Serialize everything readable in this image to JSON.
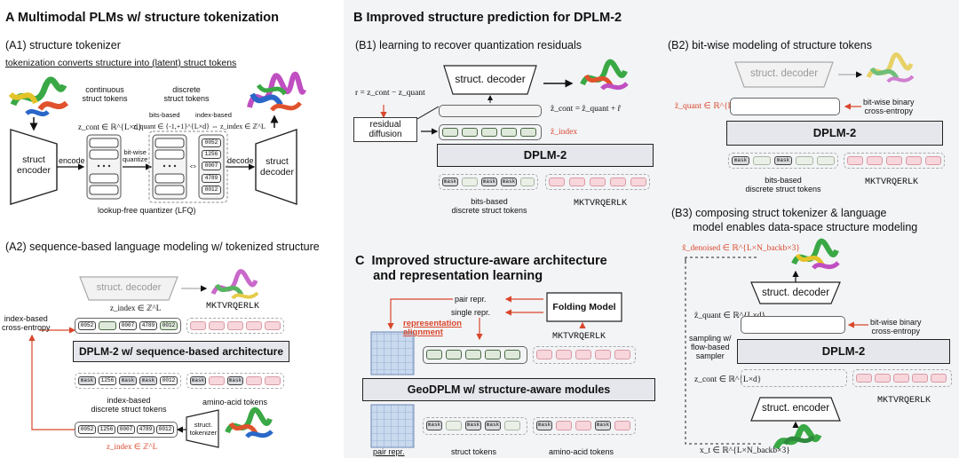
{
  "panel_a": {
    "title": "A  Multimodal PLMs w/ structure tokenization",
    "a1": {
      "title": "(A1) structure tokenizer",
      "subtitle": "tokenization converts structure into (latent) struct tokens",
      "struct_encoder": "struct\nencoder",
      "encode": "encode",
      "continuous": "continuous\nstruct tokens",
      "z_cont": "z_cont ∈ ℝ^{L×d}",
      "bitwise": "bit-wise\nquantize",
      "discrete": "discrete\nstruct tokens",
      "bits_based": "bits-based",
      "index_based": "index-based",
      "z_quant": "z_quant ∈ {-1,+1}^{L×d} ⇔ z_index ∈ ℤ^L",
      "indices": [
        "0052",
        "1256",
        "0007",
        "4789",
        "0012"
      ],
      "decode": "decode",
      "struct_decoder": "struct\ndecoder",
      "lfq": "lookup-free quantizer (LFQ)"
    },
    "a2": {
      "title": "(A2) sequence-based language modeling w/ tokenized structure",
      "struct_decoder": "struct. decoder",
      "z_index": "z_index ∈ ℤ^L",
      "sequence": "MKTVRQERLK",
      "index_ce": "index-based\ncross-entropy",
      "top_tokens": [
        "0052",
        "",
        "0007",
        "4789",
        "0012"
      ],
      "bar": "DPLM-2 w/ sequence-based architecture",
      "in_tokens": [
        "mask",
        "1256",
        "mask",
        "mask",
        "0012"
      ],
      "index_tokens_label": "index-based\ndiscrete struct tokens",
      "aa_tokens_label": "amino-acid tokens",
      "bottom_tokens": [
        "0052",
        "1256",
        "0007",
        "4789",
        "0012"
      ],
      "z_index2": "z_index ∈ ℤ^L",
      "struct_tokenizer": "struct.\ntokenizer"
    }
  },
  "panel_b": {
    "title": "B  Improved structure prediction for DPLM-2",
    "b1": {
      "title": "(B1) learning to recover quantization residuals",
      "struct_decoder": "struct. decoder",
      "r_eq": "r = z_cont − z_quant",
      "residual": "residual\ndiffusion",
      "z_eq": "ẑ_cont = ẑ_quant + r̂",
      "z_index": "ẑ_index",
      "bar": "DPLM-2",
      "bits_label": "bits-based\ndiscrete struct tokens",
      "sequence": "MKTVRQERLK",
      "mask": "mask"
    },
    "b2": {
      "title": "(B2) bit-wise modeling of structure tokens",
      "struct_decoder": "struct. decoder",
      "z_quant": "ẑ_quant ∈ ℝ^{L×d}",
      "bitwise_ce": "bit-wise binary\ncross-entropy",
      "bar": "DPLM-2",
      "bits_label": "bits-based\ndiscrete struct tokens",
      "sequence": "MKTVRQERLK",
      "mask": "mask"
    },
    "b3": {
      "title": "(B3) composing struct tokenizer & language\n       model enables data-space structure modeling",
      "x_denoised": "x̂_denoised ∈ ℝ^{L×N_backb×3}",
      "struct_decoder": "struct. decoder",
      "z_quant": "ẑ_quant ∈ ℝ^{L×d}",
      "bitwise_ce": "bit-wise binary\ncross-entropy",
      "sampling": "sampling w/\nflow-based\nsampler",
      "bar": "DPLM-2",
      "z_cont": "z_cont ∈ ℝ^{L×d}",
      "sequence": "MKTVRQERLK",
      "struct_encoder": "struct. encoder",
      "x_t": "x_t ∈ ℝ^{L×N_backb×3}"
    }
  },
  "panel_c": {
    "title": "C  Improved structure-aware architecture\n     and representation learning",
    "pair_repr": "pair repr.",
    "single_repr": "single repr.",
    "folding_model": "Folding Model",
    "rep_align": "representation\nalignment",
    "sequence": "MKTVRQERLK",
    "bar": "GeoDPLM w/ structure-aware modules",
    "pair_repr_label": "pair repr.",
    "struct_tokens": "struct tokens",
    "aa_tokens": "amino-acid tokens",
    "mask": "mask"
  },
  "colors": {
    "accent_red": "#d9462b",
    "token_green": "#dfe9db",
    "token_pink": "#f7d6dc",
    "bar_gray": "#e6e7ec",
    "grid_blue": "#c9d9ee"
  },
  "icons": [
    "protein-structure-icon",
    "arrow-icon",
    "dashed-arrow-icon"
  ]
}
